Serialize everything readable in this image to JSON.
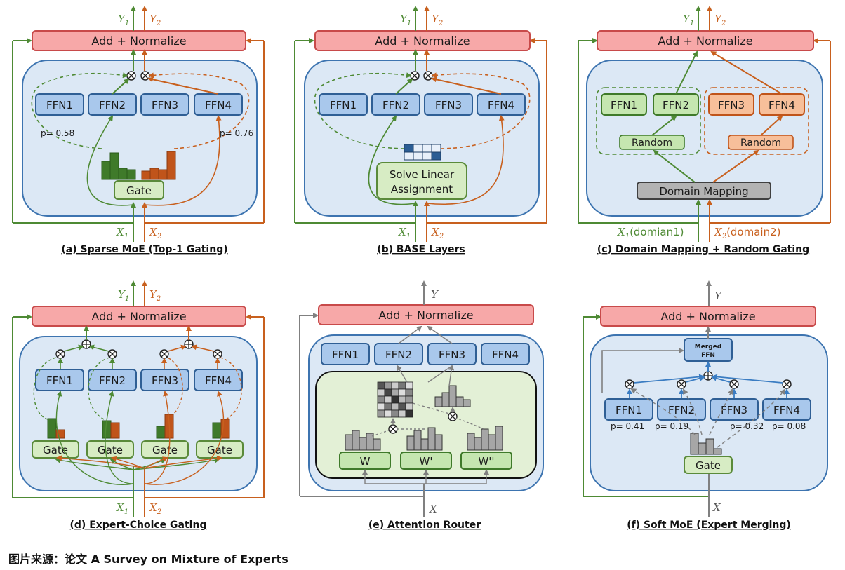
{
  "panels": {
    "a": {
      "caption": "(a) Sparse MoE (Top-1 Gating)",
      "header": "Add + Normalize",
      "experts": [
        "FFN1",
        "FFN2",
        "FFN3",
        "FFN4"
      ],
      "gate": "Gate",
      "p_left": "p= 0.58",
      "p_right": "p= 0.76",
      "out1": "Y",
      "out1_sub": "1",
      "out2": "Y",
      "out2_sub": "2",
      "in1": "X",
      "in1_sub": "1",
      "in2": "X",
      "in2_sub": "2"
    },
    "b": {
      "caption": "(b) BASE Layers",
      "header": "Add + Normalize",
      "experts": [
        "FFN1",
        "FFN2",
        "FFN3",
        "FFN4"
      ],
      "solver_line1": "Solve Linear",
      "solver_line2": "Assignment",
      "out1": "Y",
      "out1_sub": "1",
      "out2": "Y",
      "out2_sub": "2",
      "in1": "X",
      "in1_sub": "1",
      "in2": "X",
      "in2_sub": "2"
    },
    "c": {
      "caption": "(c) Domain Mapping + Random Gating",
      "header": "Add + Normalize",
      "experts": [
        "FFN1",
        "FFN2",
        "FFN3",
        "FFN4"
      ],
      "random1": "Random",
      "random2": "Random",
      "domain_mapping": "Domain Mapping",
      "out1": "Y",
      "out1_sub": "1",
      "out2": "Y",
      "out2_sub": "2",
      "in1": "X",
      "in1_sub": "1",
      "in1_suffix": "(domian1)",
      "in2": "X",
      "in2_sub": "2",
      "in2_suffix": "(domain2)"
    },
    "d": {
      "caption": "(d) Expert-Choice Gating",
      "header": "Add + Normalize",
      "experts": [
        "FFN1",
        "FFN2",
        "FFN3",
        "FFN4"
      ],
      "gates": [
        "Gate",
        "Gate",
        "Gate",
        "Gate"
      ],
      "out1": "Y",
      "out1_sub": "1",
      "out2": "Y",
      "out2_sub": "2",
      "in1": "X",
      "in1_sub": "1",
      "in2": "X",
      "in2_sub": "2"
    },
    "e": {
      "caption": "(e) Attention Router",
      "header": "Add + Normalize",
      "experts": [
        "FFN1",
        "FFN2",
        "FFN3",
        "FFN4"
      ],
      "weights": [
        "W",
        "W'",
        "W''"
      ],
      "out": "Y",
      "in": "X"
    },
    "f": {
      "caption": "(f) Soft MoE (Expert Merging)",
      "header": "Add + Normalize",
      "experts": [
        "FFN1",
        "FFN2",
        "FFN3",
        "FFN4"
      ],
      "merged_line1": "Merged",
      "merged_line2": "FFN",
      "gate": "Gate",
      "probs": [
        "p= 0.41",
        "p= 0.19",
        "p= 0.32",
        "p= 0.08"
      ],
      "out": "Y",
      "in": "X"
    }
  },
  "source_note": "图片来源：论文 A Survey on Mixture of Experts",
  "colors": {
    "header_fill": "#f7a8a8",
    "header_stroke": "#c84a4a",
    "panel_fill": "#dce8f5",
    "panel_stroke": "#3d74b0",
    "ffn_fill": "#a9c8ec",
    "ffn_stroke": "#2f5f95",
    "gate_fill": "#d7ecc4",
    "gate_stroke": "#5a8a3a",
    "green": "#4e8a34",
    "orange": "#c8601e",
    "gray": "#808080",
    "dark_bar": "#3f7a2a",
    "orange_bar": "#c0541a",
    "blue_arrow": "#3a7cc2"
  }
}
